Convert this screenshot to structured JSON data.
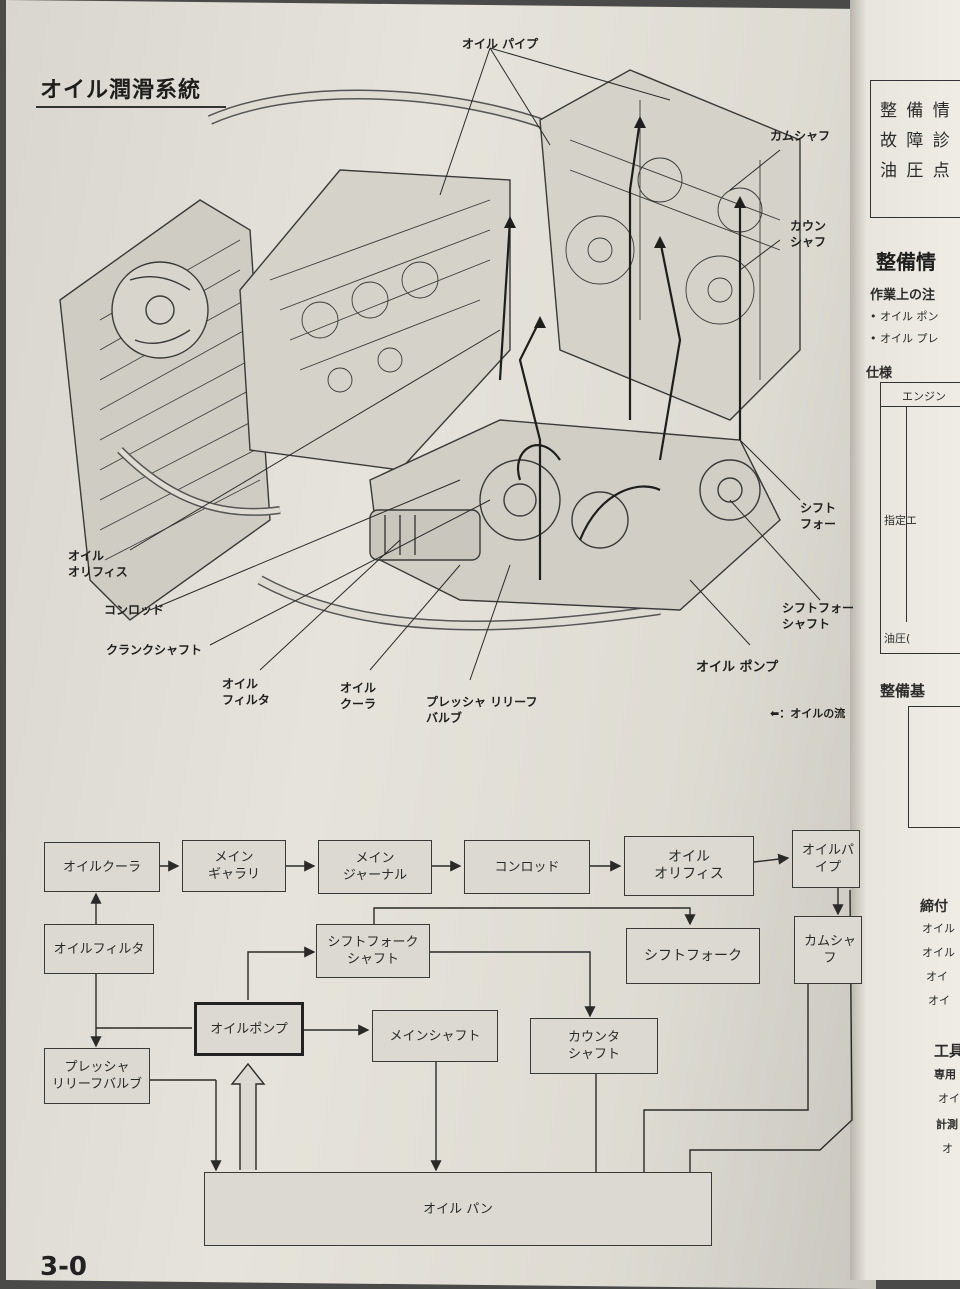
{
  "page": {
    "title": "オイル潤滑系統",
    "page_number": "3-0"
  },
  "callouts": {
    "oil_pipe": "オイル パイプ",
    "cam_shaft": "カムシャフ",
    "counter_shaft": "カウン\nシャフ",
    "oil_orifice": "オイル\nオリフィス",
    "conrod": "コンロッド",
    "crankshaft": "クランクシャフト",
    "oil_filter": "オイル\nフィルタ",
    "oil_cooler": "オイル\nクーラ",
    "pressure_relief": "プレッシャ リリーフ\nバルブ",
    "oil_pump": "オイル ポンプ",
    "shift_fork": "シフト\nフォー",
    "shift_fork_shaft": "シフトフォー\nシャフト",
    "oil_flow_legend": "⬅：オイルの流"
  },
  "flowchart": {
    "oil_cooler": "オイルクーラ",
    "main_gallery": "メイン\nギャラリ",
    "main_journal": "メイン\nジャーナル",
    "conrod": "コンロッド",
    "oil_orifice": "オイル\nオリフィス",
    "oil_pipe": "オイルパイプ",
    "oil_filter": "オイルフィルタ",
    "shift_fork_shaft": "シフトフォーク\nシャフト",
    "shift_fork": "シフトフォーク",
    "cam_shaft": "カムシャフ",
    "oil_pump": "オイルポンプ",
    "main_shaft": "メインシャフト",
    "counter_shaft": "カウンタ\nシャフト",
    "pressure_relief": "プレッシャ\nリリーフバルブ",
    "oil_pan": "オイル パン"
  },
  "right_page": {
    "box_lines": [
      "整 備 情",
      "故 障 診",
      "油 圧 点"
    ],
    "heading1": "整備情",
    "sub1": "作業上の注",
    "bullets": [
      "• オイル ポン",
      "• オイル プレ"
    ],
    "spec_head": "仕様",
    "spec_row1": "エンジン",
    "spec_row2": "指定エ",
    "spec_row3": "油圧(",
    "heading2": "整備基",
    "torque_head": "締付",
    "torque_items": [
      "オイル",
      "オイル",
      "オイ",
      "オイ"
    ],
    "tools_head": "工具",
    "tools_items": [
      "専用",
      "オイ",
      "計測",
      "オ"
    ]
  }
}
